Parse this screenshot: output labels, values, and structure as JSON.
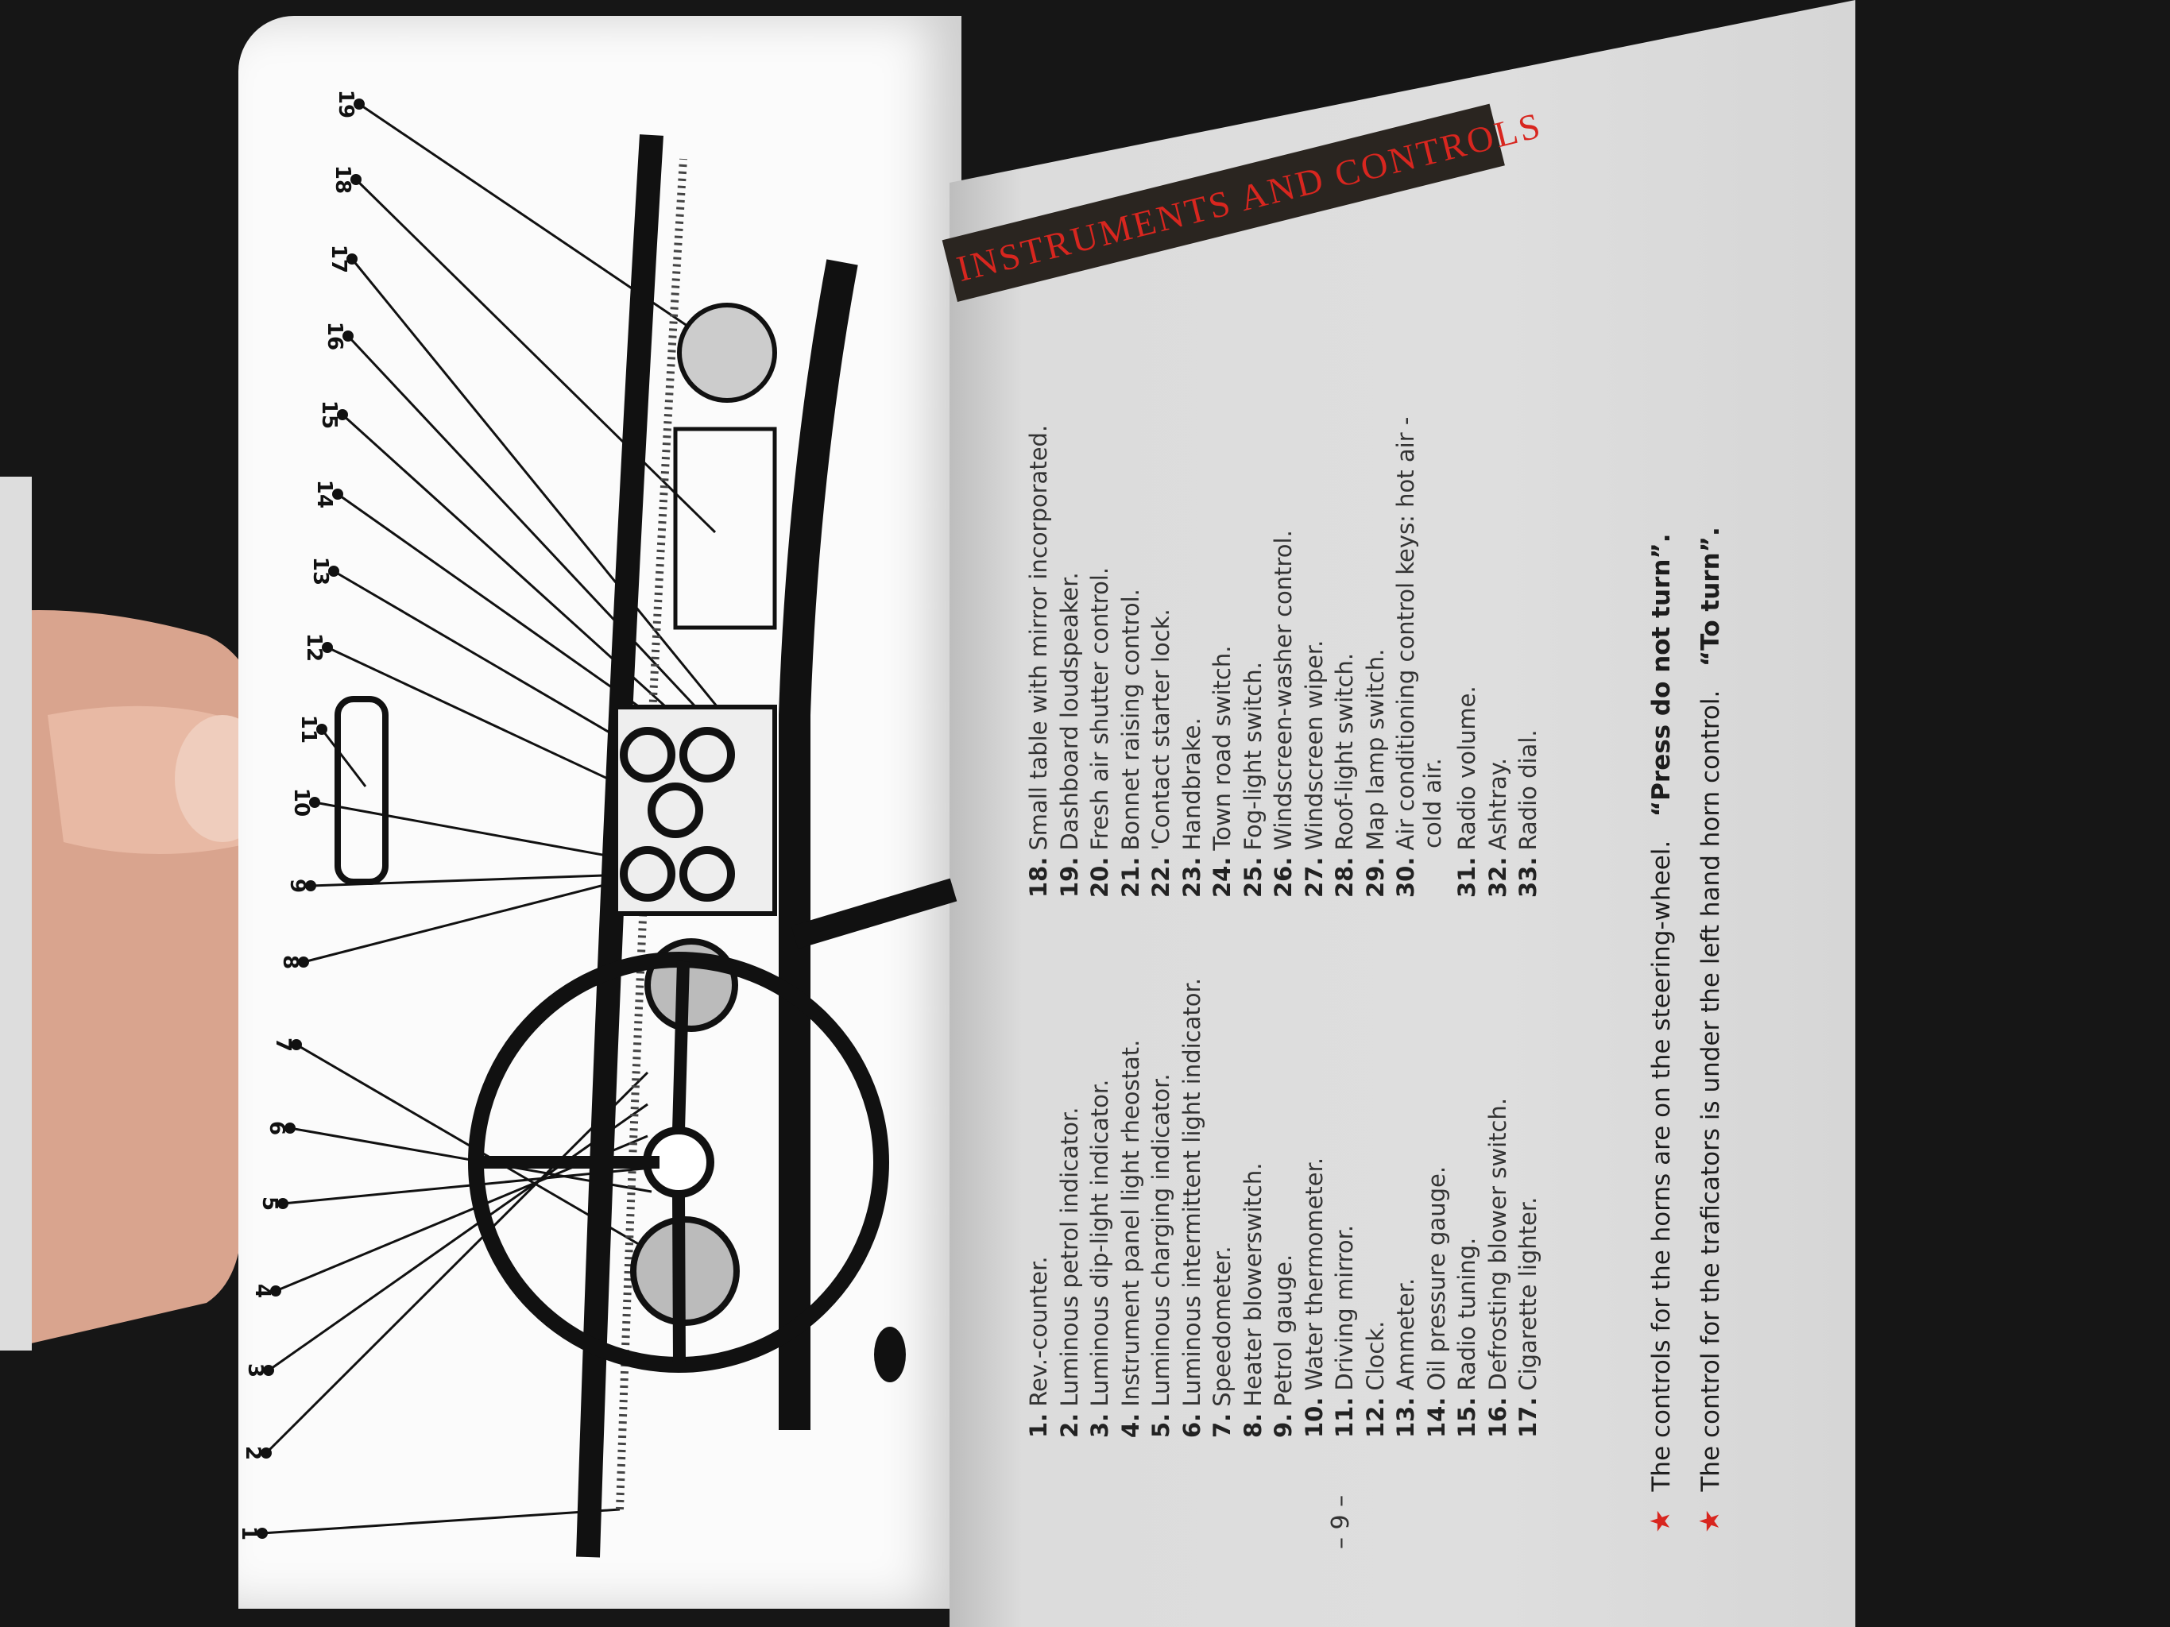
{
  "heading": "INSTRUMENTS AND CONTROLS",
  "page_number": "– 9 –",
  "diagram_labels": [
    "1",
    "2",
    "3",
    "4",
    "5",
    "6",
    "7",
    "8",
    "9",
    "10",
    "11",
    "12",
    "13",
    "14",
    "15",
    "16",
    "17",
    "18",
    "19"
  ],
  "legend": [
    {
      "num": "1.",
      "text": "Rev.-counter."
    },
    {
      "num": "2.",
      "text": "Luminous petrol indicator."
    },
    {
      "num": "3.",
      "text": "Luminous dip-light indicator."
    },
    {
      "num": "4.",
      "text": "Instrument panel light rheostat."
    },
    {
      "num": "5.",
      "text": "Luminous charging indicator."
    },
    {
      "num": "6.",
      "text": "Luminous intermittent light indicator."
    },
    {
      "num": "7.",
      "text": "Speedometer."
    },
    {
      "num": "8.",
      "text": "Heater blowerswitch."
    },
    {
      "num": "9.",
      "text": "Petrol gauge."
    },
    {
      "num": "10.",
      "text": "Water thermometer."
    },
    {
      "num": "11.",
      "text": "Driving mirror."
    },
    {
      "num": "12.",
      "text": "Clock."
    },
    {
      "num": "13.",
      "text": "Ammeter."
    },
    {
      "num": "14.",
      "text": "Oil pressure gauge."
    },
    {
      "num": "15.",
      "text": "Radio tuning."
    },
    {
      "num": "16.",
      "text": "Defrosting blower switch."
    },
    {
      "num": "17.",
      "text": "Cigarette lighter."
    },
    {
      "num": "18.",
      "text": "Small table with mirror incorporated."
    },
    {
      "num": "19.",
      "text": "Dashboard loudspeaker."
    },
    {
      "num": "20.",
      "text": "Fresh air shutter control."
    },
    {
      "num": "21.",
      "text": "Bonnet raising control."
    },
    {
      "num": "22.",
      "text": "'Contact starter lock."
    },
    {
      "num": "23.",
      "text": "Handbrake."
    },
    {
      "num": "24.",
      "text": "Town road switch."
    },
    {
      "num": "25.",
      "text": "Fog-light switch."
    },
    {
      "num": "26.",
      "text": "Windscreen-washer control."
    },
    {
      "num": "27.",
      "text": "Windscreen wiper."
    },
    {
      "num": "28.",
      "text": "Roof-light switch."
    },
    {
      "num": "29.",
      "text": "Map lamp switch."
    },
    {
      "num": "30.",
      "text": "Air conditioning control keys: hot air -",
      "text2": "cold air."
    },
    {
      "num": "31.",
      "text": "Radio volume."
    },
    {
      "num": "32.",
      "text": "Ashtray."
    },
    {
      "num": "33.",
      "text": "Radio dial."
    }
  ],
  "notes": [
    {
      "text": "The controls for the horns are on the steering-wheel.",
      "bold": "“Press do not turn”."
    },
    {
      "text": "The control for the traficators is under the left hand horn control.",
      "bold": "“To turn”."
    }
  ],
  "colors": {
    "accent_red": "#d8261f",
    "banner": "#2a2520"
  }
}
